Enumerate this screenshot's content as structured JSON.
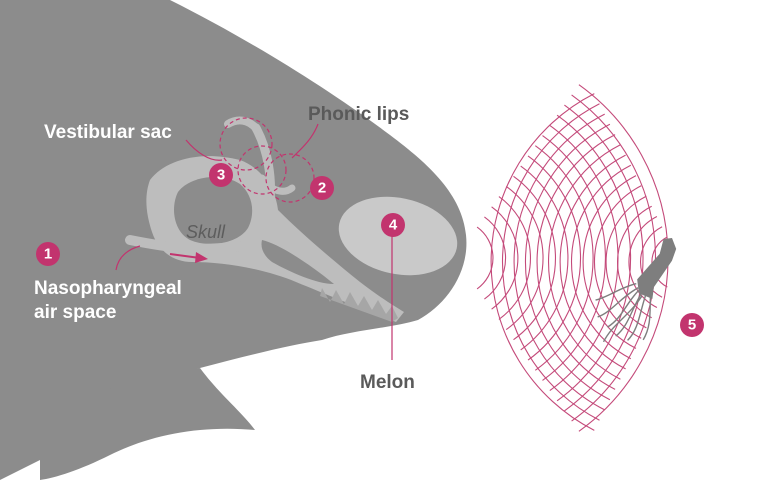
{
  "labels": {
    "vestibular_sac": "Vestibular sac",
    "phonic_lips": "Phonic lips",
    "skull": "Skull",
    "nasopharyngeal_line1": "Nasopharyngeal",
    "nasopharyngeal_line2": "air space",
    "melon": "Melon"
  },
  "badges": {
    "b1": "1",
    "b2": "2",
    "b3": "3",
    "b4": "4",
    "b5": "5"
  },
  "colors": {
    "head": "#8c8c8c",
    "skull": "#bdbdbd",
    "melon": "#c9c9c9",
    "accent": "#c2346e",
    "wave": "#c44a7a",
    "squid": "#7e7e7e",
    "dark_text": "#5a5a5a"
  },
  "icons": {
    "squid": "squid-icon",
    "arrow": "airflow-arrow-icon"
  }
}
